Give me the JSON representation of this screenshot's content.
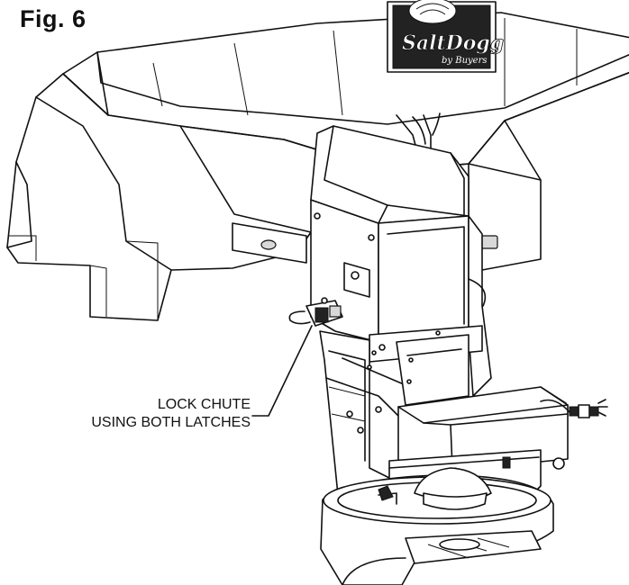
{
  "figure": {
    "label": "Fig. 6"
  },
  "callout": {
    "line1": "LOCK CHUTE",
    "line2": "USING BOTH LATCHES"
  },
  "logo": {
    "brand": "SaltDogg",
    "sub": "by Buyers"
  }
}
